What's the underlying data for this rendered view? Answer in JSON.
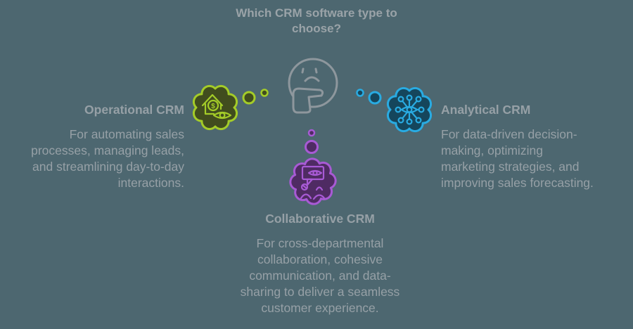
{
  "title": "Which CRM software type to\nchoose?",
  "colors": {
    "background": "#4d6770",
    "text": "#96a0a6",
    "title_text": "#9aa3a8",
    "face": "#8e979d"
  },
  "center": {
    "icon": "thinking-face"
  },
  "branches": {
    "operational": {
      "heading": "Operational CRM",
      "description": "For automating sales\nprocesses, managing leads,\nand streamlining day-to-day\ninteractions.",
      "accent": "#a4cc28",
      "fill": "#414d1e",
      "icon": "house-dollar-eye",
      "dollar_glyph": "$"
    },
    "analytical": {
      "heading": "Analytical CRM",
      "description": "For data-driven decision-\nmaking, optimizing\nmarketing strategies, and\nimproving sales forecasting.",
      "accent": "#29abe2",
      "fill": "#15465c",
      "icon": "network-eye"
    },
    "collaborative": {
      "heading": "Collaborative CRM",
      "description": "For cross-departmental\ncollaboration, cohesive\ncommunication, and data-\nsharing to deliver a seamless\ncustomer experience.",
      "accent": "#a85ad5",
      "fill": "#4f2b63",
      "icon": "speech-bubble-eye-people"
    }
  }
}
